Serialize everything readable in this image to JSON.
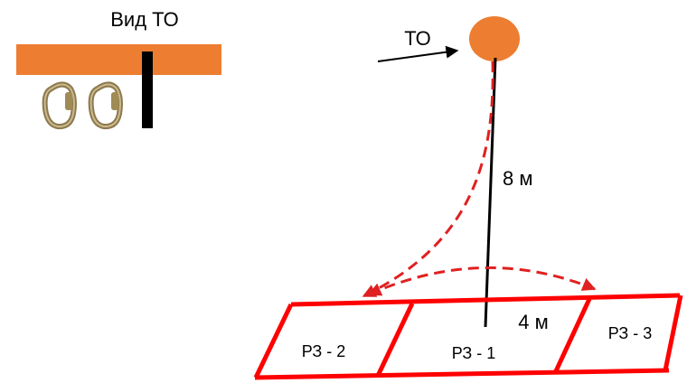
{
  "inset": {
    "title": "Вид ТО"
  },
  "anchor": {
    "label": "ТО"
  },
  "rope": {
    "length_label": "8 м"
  },
  "zones": {
    "spacing_label": "4 м",
    "items": [
      "РЗ - 2",
      "РЗ - 1",
      "РЗ - 3"
    ]
  },
  "colors": {
    "anchor_fill": "#ed7d31",
    "beam_fill": "#ed7d31",
    "zone_outline": "#ff0000",
    "swing_path": "#e02020",
    "rope": "#000000",
    "carabiner": "#8c7a4e"
  },
  "icons": [
    "carabiner-icon",
    "arrow-icon"
  ]
}
